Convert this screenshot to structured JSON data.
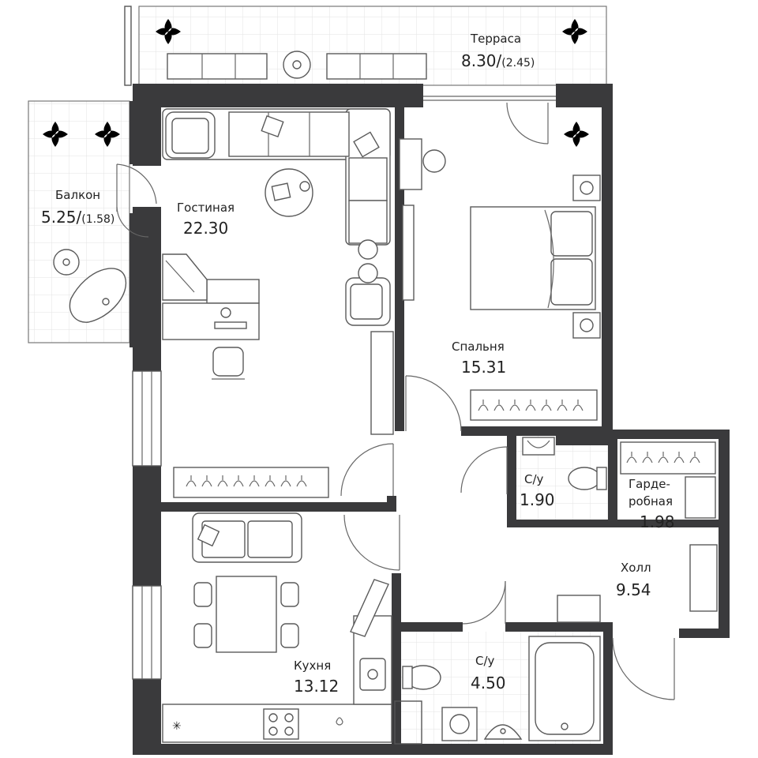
{
  "rooms": {
    "terrace": {
      "name": "Терраса",
      "area": "8.30",
      "area_secondary": "(2.45)"
    },
    "balcony": {
      "name": "Балкон",
      "area": "5.25",
      "area_secondary": "(1.58)"
    },
    "living": {
      "name": "Гостиная",
      "area": "22.30"
    },
    "bedroom": {
      "name": "Спальня",
      "area": "15.31"
    },
    "bath_small": {
      "name": "С/у",
      "area": "1.90"
    },
    "wardrobe": {
      "name_line1": "Гарде-",
      "name_line2": "робная",
      "area": "1.98"
    },
    "hall": {
      "name": "Холл",
      "area": "9.54"
    },
    "kitchen": {
      "name": "Кухня",
      "area": "13.12"
    },
    "bath_large": {
      "name": "С/у",
      "area": "4.50"
    }
  },
  "separator": "/",
  "colors": {
    "wall": "#3a3a3c",
    "line": "#555555",
    "tile": "#e3e3e3"
  }
}
